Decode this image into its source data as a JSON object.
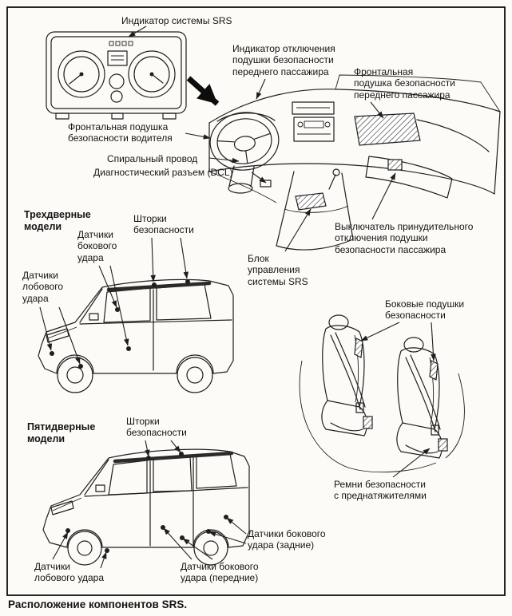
{
  "colors": {
    "paper": "#fcfbf7",
    "ink": "#1f1f1f"
  },
  "caption": "Расположение компонентов SRS.",
  "labels": {
    "srs_indicator": "Индикатор системы SRS",
    "passenger_airbag_off_indicator": "Индикатор отключения\nподушки безопасности\nпереднего пассажира",
    "front_passenger_airbag": "Фронтальная\nподушка безопасности\nпереднего пассажира",
    "driver_airbag": "Фронтальная подушка\nбезопасности водителя",
    "spiral_cable": "Спиральный провод",
    "diagnostic_connector": "Диагностический разъем (DCL)",
    "three_door_models": "Трехдверные\nмодели",
    "curtain_airbags_3door": "Шторки\nбезопасности",
    "side_impact_sensors_3door": "Датчики\nбокового\nудара",
    "front_impact_sensors_3door": "Датчики\nлобового\nудара",
    "srs_control_unit": "Блок\nуправления\nсистемы SRS",
    "passenger_airbag_cutoff_switch": "Выключатель принудительного\nотключения подушки\nбезопасности пассажира",
    "side_airbags": "Боковые подушки\nбезопасности",
    "seatbelt_pretensioners": "Ремни безопасности\nс преднатяжителями",
    "five_door_models": "Пятидверные\nмодели",
    "curtain_airbags_5door": "Шторки\nбезопасности",
    "side_impact_sensors_rear": "Датчики бокового\nудара (задние)",
    "side_impact_sensors_front": "Датчики бокового\nудара (передние)",
    "front_impact_sensors_5door": "Датчики\nлобового удара"
  }
}
